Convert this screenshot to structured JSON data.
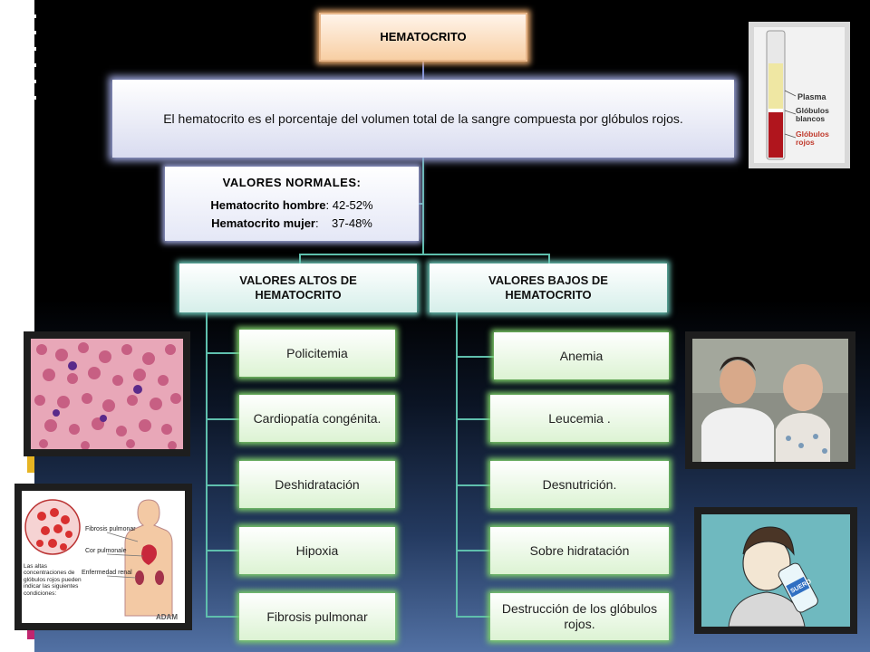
{
  "title": "HEMATOCRITO",
  "definition": "El hematocrito es el porcentaje del volumen total de la sangre compuesta por glóbulos rojos.",
  "normal_values": {
    "heading": "VALORES NORMALES:",
    "men_label": "Hematocrito hombre",
    "men_value": ": 42-52%",
    "women_label": "Hematocrito mujer",
    "women_value": ":    37-48%"
  },
  "high": {
    "heading": "VALORES ALTOS DE HEMATOCRITO",
    "items": [
      "Policitemia",
      "Cardiopatía congénita.",
      "Deshidratación",
      "Hipoxia",
      "Fibrosis pulmonar"
    ]
  },
  "low": {
    "heading": "VALORES BAJOS DE HEMATOCRITO",
    "items": [
      "Anemia",
      "Leucemia .",
      "Desnutrición.",
      "Sobre hidratación",
      "Destrucción de los glóbulos rojos."
    ]
  },
  "tube_labels": {
    "plasma": "Plasma",
    "white": "Glóbulos blancos",
    "red": "Glóbulos rojos"
  },
  "diagram_labels": {
    "caption": "Las altas concentraciones de glóbulos rojos pueden indicar las siguientes condiciones:",
    "fibrosis": "Fibrosis pulmonar",
    "cor": "Cor pulmonale",
    "renal": "Enfermedad renal",
    "brand": "ADAM"
  },
  "drink_label": "SUERO",
  "colors": {
    "title_glow": "#e6a76c",
    "definition_glow": "#9aa3d9",
    "category_glow": "#6cc7b8",
    "item_glow": "#7fd16a",
    "connector": "#5fbfad"
  }
}
